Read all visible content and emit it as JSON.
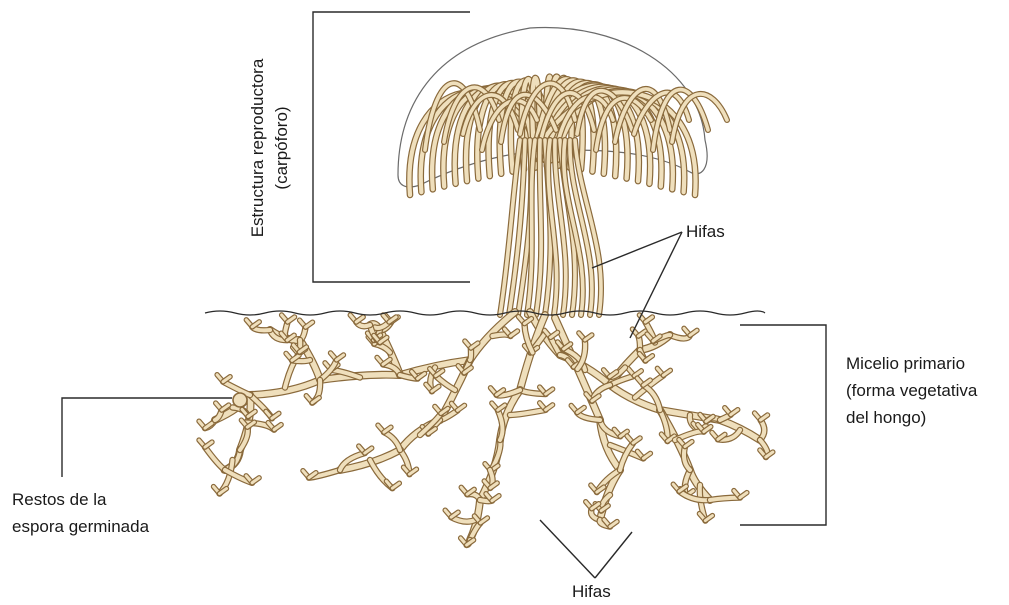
{
  "labels": {
    "reproductive_structure": "Estructura reproductora",
    "carpophore": "(carpóforo)",
    "hyphae_top": "Hifas",
    "mycelium_line1": "Micelio primario",
    "mycelium_line2": "(forma vegetativa",
    "mycelium_line3": "del hongo)",
    "spore_line1": "Restos de la",
    "spore_line2": "espora germinada",
    "hyphae_bottom": "Hifas"
  },
  "colors": {
    "hypha_fill": "#efdfbc",
    "hypha_stroke": "#8a6a3c",
    "line": "#2a2a2a"
  }
}
